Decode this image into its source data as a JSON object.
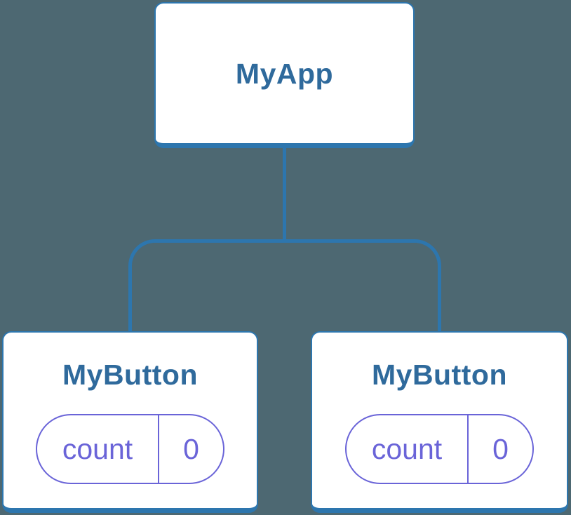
{
  "diagram": {
    "type": "component-tree",
    "background_color": "#4D6872",
    "colors": {
      "node_background": "#FFFFFF",
      "node_border": "#2D76AE",
      "connector": "#2D76AE",
      "node_label_text": "#2F6A9C",
      "state_accent": "#6A64D8"
    },
    "root_node": {
      "label": "MyApp"
    },
    "child_nodes": [
      {
        "label": "MyButton",
        "state_badge": {
          "name": "count",
          "value": "0"
        }
      },
      {
        "label": "MyButton",
        "state_badge": {
          "name": "count",
          "value": "0"
        }
      }
    ]
  }
}
